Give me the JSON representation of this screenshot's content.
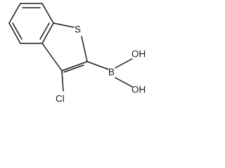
{
  "molecule": {
    "atom_labels": {
      "sulfur": "S",
      "boron": "B",
      "hydroxyl_top": "OH",
      "hydroxyl_bottom": "OH",
      "chlorine": "Cl"
    },
    "colors": {
      "bond": "#1a1a1a",
      "label": "#1a1a1a",
      "background": "#ffffff"
    }
  }
}
